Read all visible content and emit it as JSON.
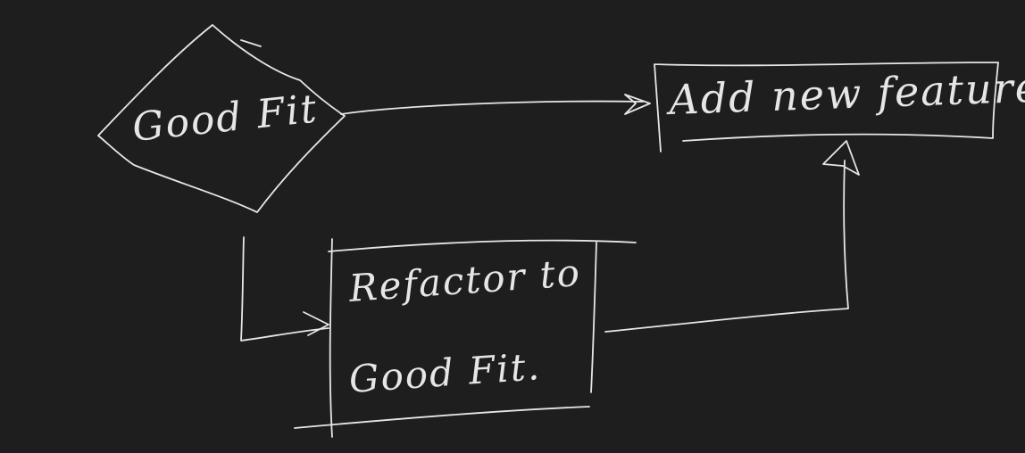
{
  "diagram": {
    "decision": {
      "label": "Good Fit"
    },
    "feature_box": {
      "label": "Add new feature."
    },
    "refactor_box": {
      "line1": "Refactor to",
      "line2": "Good Fit."
    }
  }
}
